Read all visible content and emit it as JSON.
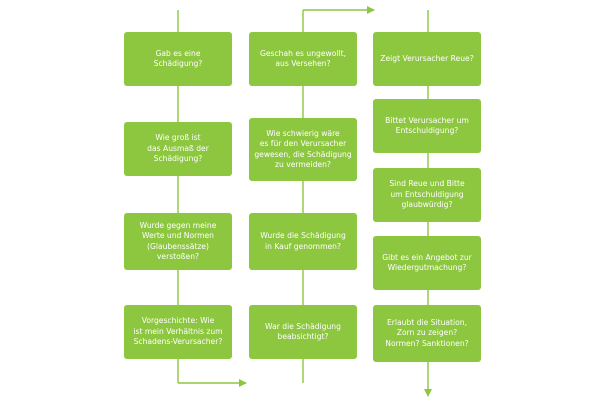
{
  "colors": {
    "box_fill": "#8dc63f",
    "box_text": "#ffffff",
    "connector": "#8dc63f",
    "background": "#ffffff"
  },
  "columns": [
    {
      "boxes": [
        {
          "lines": [
            "Gab es eine",
            "Schädigung?"
          ]
        },
        {
          "lines": [
            "Wie groß ist",
            "das Ausmaß der",
            "Schädigung?"
          ]
        },
        {
          "lines": [
            "Wurde gegen meine",
            "Werte und Normen",
            "(Glaubenssätze) verstoßen?"
          ]
        },
        {
          "lines": [
            "Vorgeschichte: Wie",
            "ist mein Verhältnis zum",
            "Schadens-Verursacher?"
          ]
        }
      ]
    },
    {
      "boxes": [
        {
          "lines": [
            "Geschah es ungewollt,",
            "aus Versehen?"
          ]
        },
        {
          "lines": [
            "Wie schwierig wäre",
            "es für den Verursacher",
            "gewesen, die Schädigung",
            "zu vermeiden?"
          ]
        },
        {
          "lines": [
            "Wurde die Schädigung",
            "in Kauf genommen?"
          ]
        },
        {
          "lines": [
            "War die Schädigung",
            "beabsichtigt?"
          ]
        }
      ]
    },
    {
      "boxes": [
        {
          "lines": [
            "Zeigt Verursacher Reue?"
          ]
        },
        {
          "lines": [
            "Bittet Verursacher um",
            "Entschuldigung?"
          ]
        },
        {
          "lines": [
            "Sind Reue und Bitte",
            "um Entschuldigung",
            "glaubwürdig?"
          ]
        },
        {
          "lines": [
            "Gibt es ein Angebot zur",
            "Wiedergutmachung?"
          ]
        },
        {
          "lines": [
            "Erlaubt die Situation,",
            "Zorn zu zeigen?",
            "Normen? Sanktionen?"
          ]
        }
      ]
    }
  ]
}
